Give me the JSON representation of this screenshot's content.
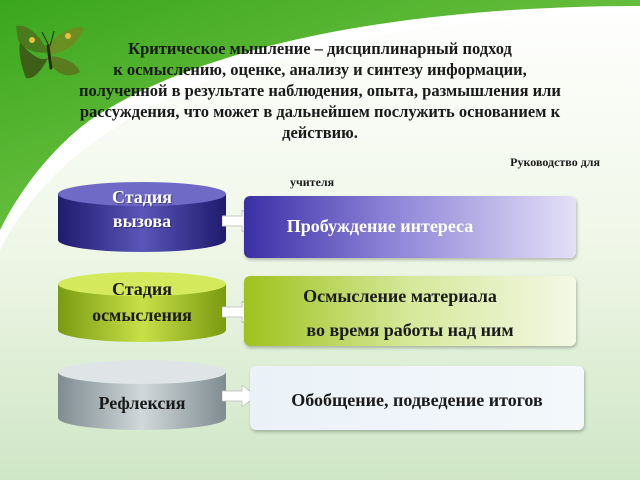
{
  "definition": {
    "lines": [
      "Критическое мышление – дисциплинарный подход",
      "к осмыслению, оценке, анализу и синтезу информации,",
      "полученной в результате наблюдения, опыта, размышления или",
      "рассуждения, что может в дальнейшем послужить основанием к",
      "действию."
    ]
  },
  "source": {
    "line1": "Руководство для",
    "line2": "учителя"
  },
  "stages": [
    {
      "stage_line1": "Стадия",
      "stage_line2": "вызова",
      "description_line1": "Пробуждение интереса"
    },
    {
      "stage_line1": "Стадия",
      "stage_line2": "осмысления",
      "description_line1": "Осмысление материала",
      "description_line2": "во время работы над ним"
    },
    {
      "stage_line1": "Рефлексия",
      "description_line1": "Обобщение, подведение итогов"
    }
  ],
  "colors": {
    "stage1": "#2e2a8c",
    "stage2": "#9cbc1a",
    "stage3": "#a8b4b8",
    "background_green": "#5cbf2a"
  },
  "icons": {
    "decoration": "butterfly-icon",
    "connector": "arrow-right-icon"
  }
}
